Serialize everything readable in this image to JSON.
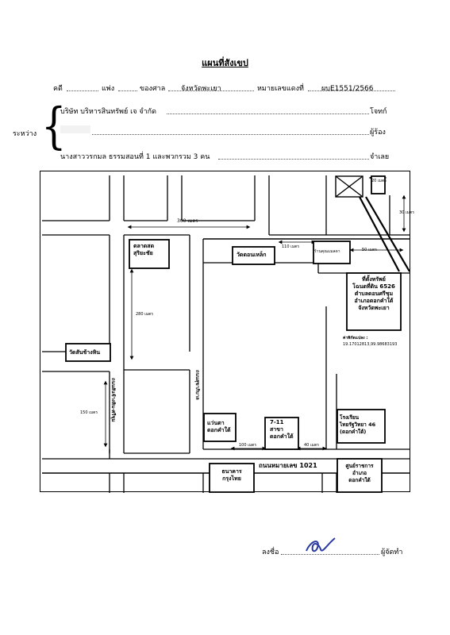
{
  "header": {
    "title": "แผนที่สังเขป",
    "case_label": "คดี",
    "civil_label": "แพ่ง",
    "court_label": "ของศาล",
    "court_name": "จังหวัดพะเยา",
    "black_no_label": "หมายเลขแดงที่",
    "black_no": "ผบE1551/2566"
  },
  "parties": {
    "between_label": "ระหว่าง",
    "plaintiff": "บริษัท บริหารสินทรัพย์ เจ จำกัด",
    "plaintiff_role": "โจทก์",
    "petitioner_role": "ผู้ร้อง",
    "defendant": "นางสาววรกมล ธรรมสอนที่ 1 และพวกรวม 3 คน",
    "defendant_role": "จำเลย"
  },
  "map": {
    "dist_300": "300 เมตร",
    "dist_20": "20 เมตร",
    "dist_30": "30 เมตร",
    "dist_110": "110 เมตร",
    "dist_50": "50 เมตร",
    "dist_280": "280 เมตร",
    "dist_150": "150 เมตร",
    "dist_100": "100 เมตร",
    "dist_40": "40 เมตร",
    "market_1": "ตลาดสด",
    "market_2": "สุริยะชัย",
    "temple_doi": "วัดดอนเหล็ก",
    "shop_khun": "ร้านคุณแมลดา",
    "property_1": "ที่ตั้งทรัพย์",
    "property_2": "โฉนดที่ดิน 6526",
    "property_3": "ตำบลดอนศรีชุม",
    "property_4": "อำเภอดอกคำใต้",
    "property_5": "จังหวัดพะเยา",
    "coords_label": "ค่าพิกัดแปลง :",
    "coords": "19.17012813,99.98683193",
    "temple_san": "วัดสันช้างหิน",
    "road_sanchang": "ถนนสันช้างหิน-ศรีชุม",
    "road_sukphiban": "ถนนสุขาภิบาล",
    "vanda_1": "แว่นตา",
    "vanda_2": "ดอกคำใต้",
    "seven_1": "7-11",
    "seven_2": "สาขา",
    "seven_3": "ดอกคำใต้",
    "school_1": "โรงเรียน",
    "school_2": "ไทยรัฐวิทยา 46",
    "school_3": "(ดอกคำใต้)",
    "highway": "ถนนหมายเลข   1021",
    "bank_1": "ธนาคาร",
    "bank_2": "กรุงไทย",
    "center_1": "ศูนย์ราชการ",
    "center_2": "อำเภอ",
    "center_3": "ดอกคำใต้"
  },
  "signature": {
    "sign_label": "ลงชื่อ",
    "maker_label": "ผู้จัดทำ"
  }
}
